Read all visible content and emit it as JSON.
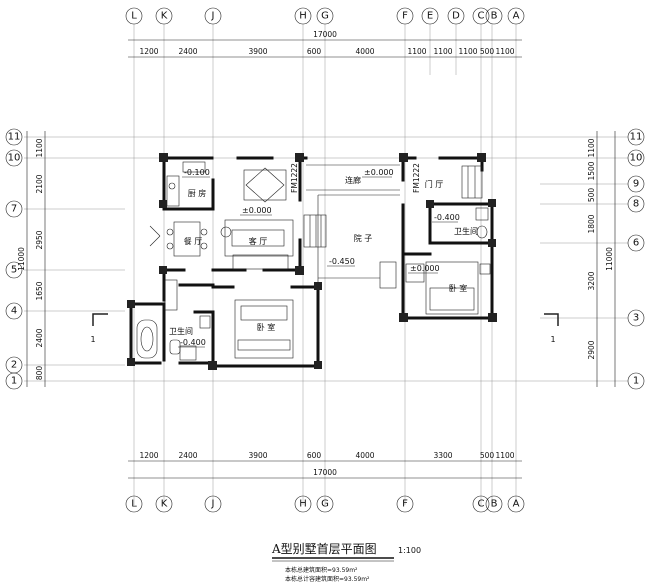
{
  "axes_top": [
    "L",
    "K",
    "J",
    "H",
    "G",
    "F",
    "E",
    "D",
    "C",
    "B",
    "A"
  ],
  "axes_bottom": [
    "L",
    "K",
    "J",
    "H",
    "G",
    "F",
    "C",
    "B",
    "A"
  ],
  "axes_left": [
    "11",
    "10",
    "7",
    "5",
    "4",
    "2",
    "1"
  ],
  "axes_right": [
    "11",
    "10",
    "9",
    "8",
    "6",
    "3",
    "1"
  ],
  "dims_top_total": "17000",
  "dims_top": [
    "1200",
    "2400",
    "3900",
    "600",
    "4000",
    "1100",
    "1100",
    "1100",
    "500",
    "1100"
  ],
  "dims_bottom_total": "17000",
  "dims_bottom": [
    "1200",
    "2400",
    "3900",
    "600",
    "4000",
    "3300",
    "500",
    "1100"
  ],
  "dims_left_total": "11000",
  "dims_left": [
    "1100",
    "2100",
    "2950",
    "1650",
    "2400",
    "800"
  ],
  "dims_right_total": "11000",
  "dims_right": [
    "1100",
    "1500",
    "500",
    "1800",
    "3200",
    "2900"
  ],
  "rooms": {
    "kitchen": "厨 房",
    "dining": "餐 厅",
    "living": "客 厅",
    "courtyard": "院 子",
    "corridor": "连廊",
    "foyer": "门 厅",
    "bath_right": "卫生间",
    "bedroom_right": "卧 室",
    "bath_left": "卫生间",
    "bedroom_left": "卧 室"
  },
  "levels": {
    "kitchen": "-0.100",
    "living": "±0.000",
    "corridor": "±0.000",
    "bath_right": "-0.400",
    "bedroom_right": "±0.000",
    "courtyard": "-0.450",
    "bath_left": "-0.400"
  },
  "door_tags": [
    "FM1222",
    "FM1222"
  ],
  "section_marks": [
    "1",
    "1"
  ],
  "title": "A型别墅首层平面图",
  "scale": "1:100",
  "notes": [
    "本栋总建筑面积=93.59m²",
    "本栋总计容建筑面积=93.59m²"
  ]
}
